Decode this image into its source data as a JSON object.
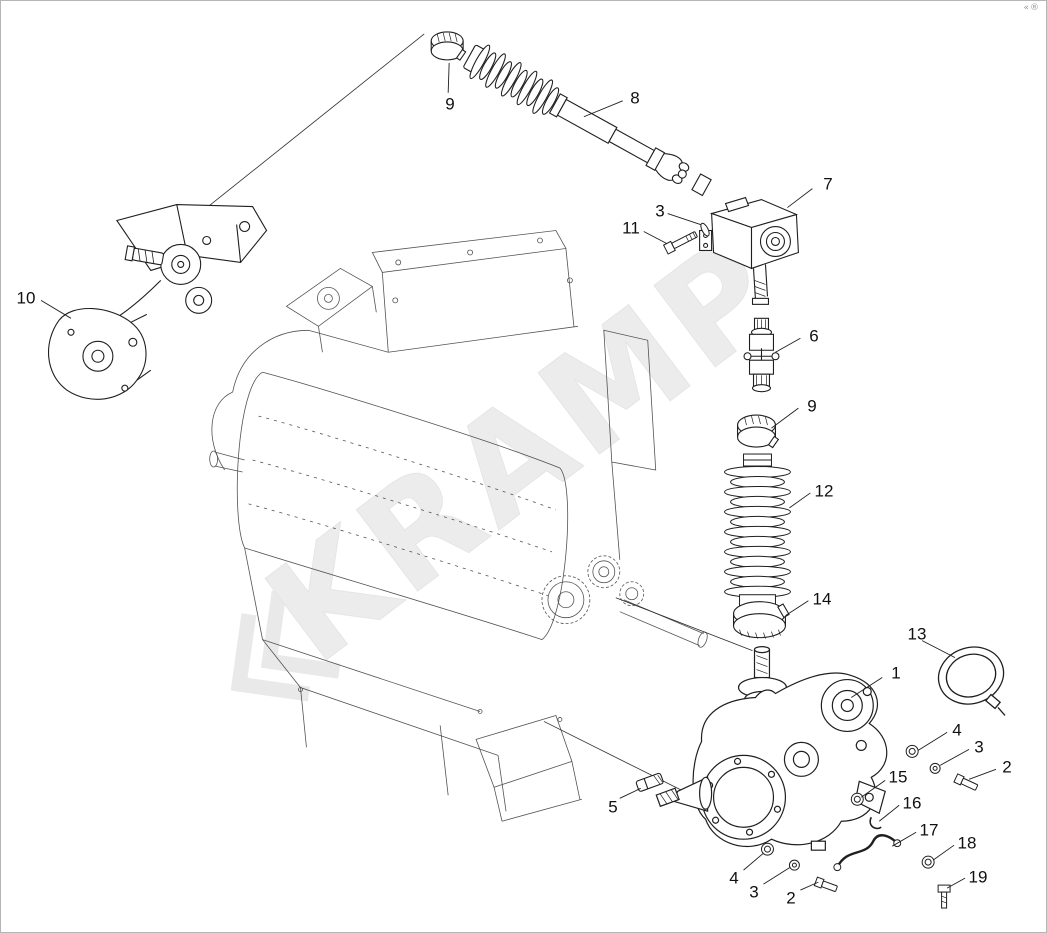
{
  "figure": {
    "watermark": "KRAMP",
    "corner_mark": "«®"
  },
  "callouts": [
    {
      "part": "hose-clamp-top",
      "label": "9"
    },
    {
      "part": "telescopic-drive-shaft",
      "label": "8"
    },
    {
      "part": "upper-angle-gearbox",
      "label": "7"
    },
    {
      "part": "washer-upper",
      "label": "3"
    },
    {
      "part": "bolt-upper",
      "label": "11"
    },
    {
      "part": "universal-joint",
      "label": "6"
    },
    {
      "part": "hose-clamp-middle",
      "label": "9"
    },
    {
      "part": "protective-bellows",
      "label": "12"
    },
    {
      "part": "hose-clamp-lower",
      "label": "14"
    },
    {
      "part": "clamp-ring",
      "label": "13"
    },
    {
      "part": "main-gearbox",
      "label": "1"
    },
    {
      "part": "tensioner-assembly",
      "label": "10"
    },
    {
      "part": "drive-pin",
      "label": "5"
    },
    {
      "part": "washer-right-a",
      "label": "4"
    },
    {
      "part": "washer-right-b",
      "label": "3"
    },
    {
      "part": "bolt-right",
      "label": "2"
    },
    {
      "part": "washer-mid",
      "label": "15"
    },
    {
      "part": "retaining-clip",
      "label": "16"
    },
    {
      "part": "formed-pipe",
      "label": "17"
    },
    {
      "part": "washer-low",
      "label": "18"
    },
    {
      "part": "bolt-low",
      "label": "19"
    },
    {
      "part": "washer-bottom-a",
      "label": "4"
    },
    {
      "part": "washer-bottom-b",
      "label": "3"
    },
    {
      "part": "bolt-bottom",
      "label": "2"
    }
  ]
}
